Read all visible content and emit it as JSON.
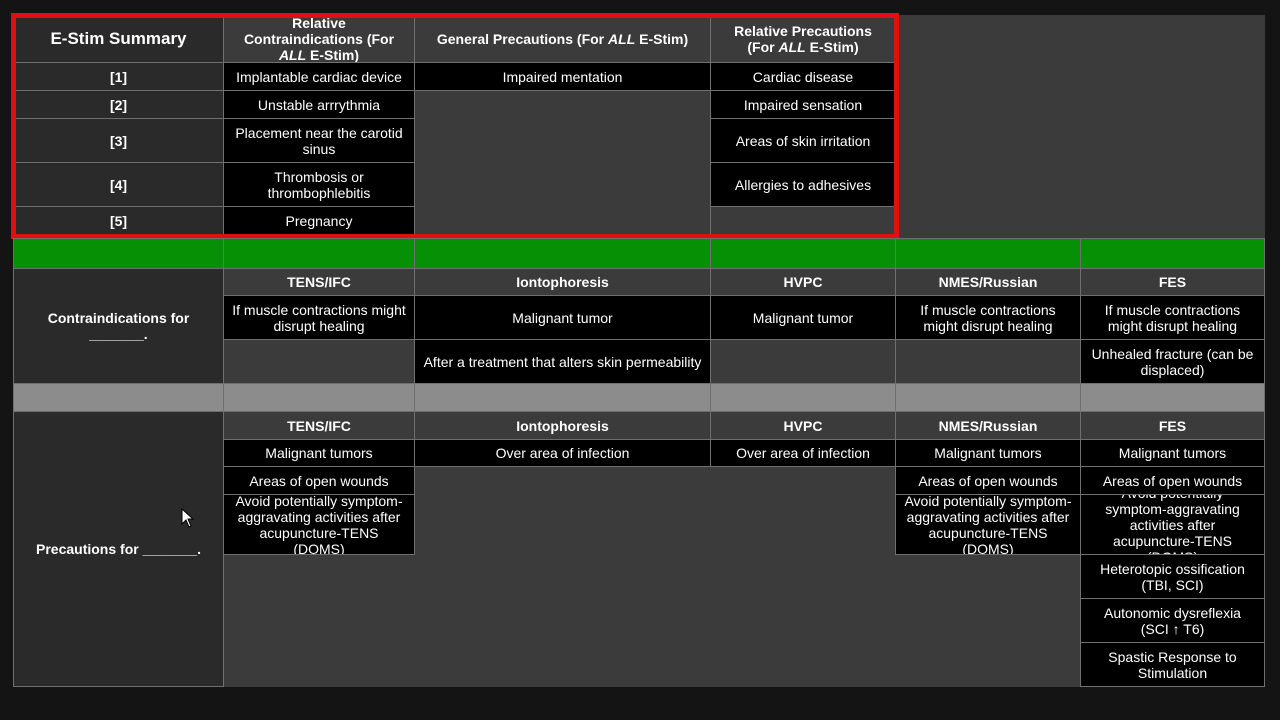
{
  "summary": {
    "title": "E-Stim Summary",
    "col_rel_contra": "Relative Contraindications (For ALL E-Stim)",
    "col_gen_prec": "General Precautions (For ALL E-Stim)",
    "col_rel_prec": "Relative Precautions (For ALL E-Stim)",
    "rows": [
      {
        "num": "[1]",
        "rel_contra": "Implantable cardiac device",
        "gen_prec": "Impaired mentation",
        "rel_prec": "Cardiac disease"
      },
      {
        "num": "[2]",
        "rel_contra": "Unstable arrrythmia",
        "gen_prec": "",
        "rel_prec": "Impaired sensation"
      },
      {
        "num": "[3]",
        "rel_contra": "Placement near the carotid sinus",
        "gen_prec": "",
        "rel_prec": "Areas of skin irritation"
      },
      {
        "num": "[4]",
        "rel_contra": "Thrombosis or thrombophlebitis",
        "gen_prec": "",
        "rel_prec": "Allergies to adhesives"
      },
      {
        "num": "[5]",
        "rel_contra": "Pregnancy",
        "gen_prec": "",
        "rel_prec": ""
      }
    ]
  },
  "modalities": [
    "TENS/IFC",
    "Iontophoresis",
    "HVPC",
    "NMES/Russian",
    "FES"
  ],
  "contraindications": {
    "label": "Contraindications for _______.",
    "row1": [
      "If muscle contractions might disrupt healing",
      "Malignant tumor",
      "Malignant tumor",
      "If muscle contractions might disrupt healing",
      "If muscle contractions might disrupt healing"
    ],
    "row2_ionto": "After a treatment that alters skin permeability",
    "row2_fes": "Unhealed fracture (can be displaced)"
  },
  "precautions": {
    "label": "Precautions for _______.",
    "tens": [
      "Malignant tumors",
      "Areas of open wounds",
      "Avoid potentially symptom-aggravating activities after acupuncture-TENS (DOMS)"
    ],
    "ionto": [
      "Over area of infection"
    ],
    "hvpc": [
      "Over area of infection"
    ],
    "nmes": [
      "Malignant tumors",
      "Areas of open wounds",
      "Avoid potentially symptom-aggravating activities after acupuncture-TENS (DOMS)"
    ],
    "fes": [
      "Malignant tumors",
      "Areas of open wounds",
      "Avoid potentially symptom-aggravating activities after acupuncture-TENS (DOMS)",
      "Heterotopic ossification (TBI, SCI)",
      "Autonomic dysreflexia (SCI ↑ T6)",
      "Spastic Response to Stimulation"
    ]
  },
  "colors": {
    "highlight_border": "#e01010",
    "green_band": "#059006",
    "gray_band": "#8c8c8c"
  },
  "icons": {
    "cursor": "mouse-pointer-icon"
  }
}
